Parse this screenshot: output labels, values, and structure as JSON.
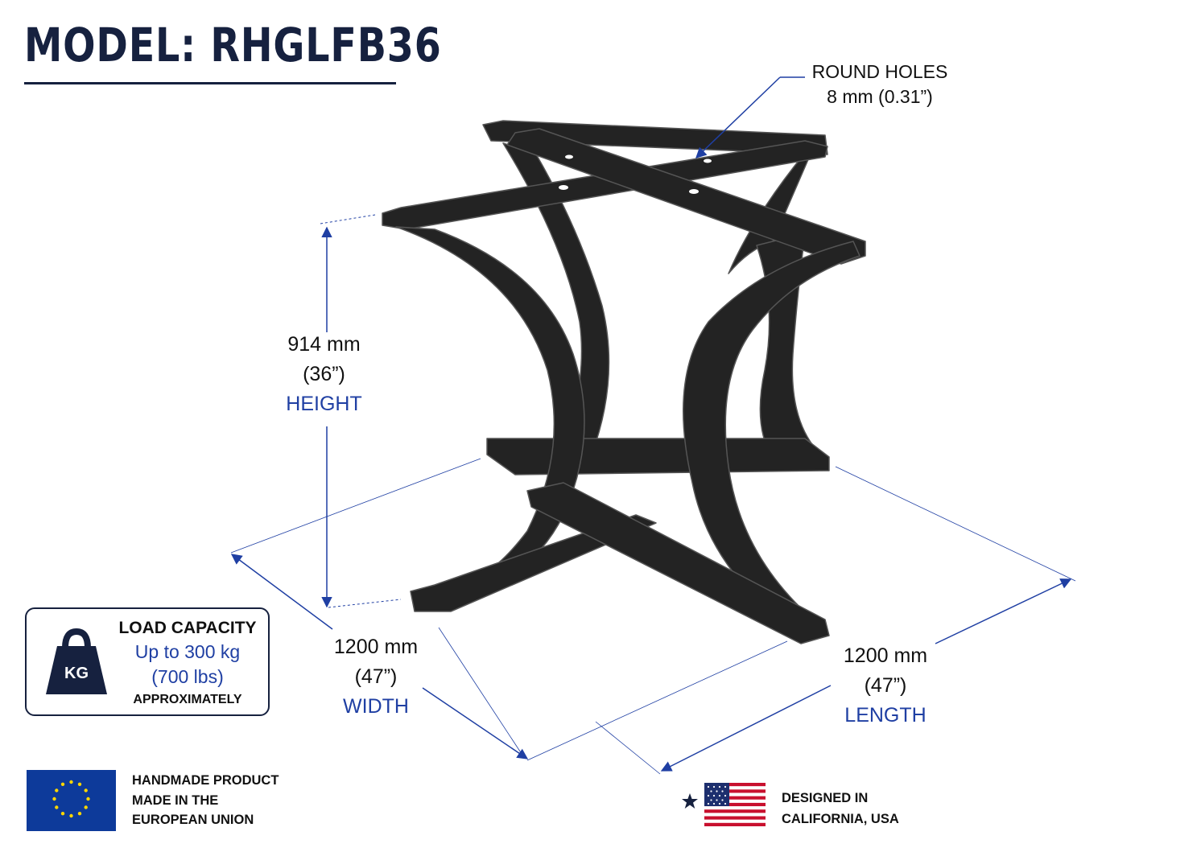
{
  "header": {
    "title": "MODEL: RHGLFB36"
  },
  "callouts": {
    "holes": {
      "line1": "ROUND HOLES",
      "line2": "8 mm (0.31”)"
    },
    "height": {
      "metric": "914 mm",
      "imperial": "(36”)",
      "caption": "HEIGHT"
    },
    "width": {
      "metric": "1200 mm",
      "imperial": "(47”)",
      "caption": "WIDTH"
    },
    "length": {
      "metric": "1200 mm",
      "imperial": "(47”)",
      "caption": "LENGTH"
    }
  },
  "load": {
    "title": "LOAD CAPACITY",
    "line1": "Up to 300 kg",
    "line2": "(700 lbs)",
    "line3": "APPROXIMATELY",
    "icon_text": "KG",
    "icon": "weight-icon"
  },
  "footer": {
    "eu": {
      "line1": "HANDMADE PRODUCT",
      "line2": "MADE IN THE",
      "line3": "EUROPEAN UNION",
      "icon": "eu-flag-icon"
    },
    "us": {
      "line1": "DESIGNED IN",
      "line2": "CALIFORNIA, USA",
      "icon": "us-flag-icon"
    }
  },
  "colors": {
    "navy": "#16213f",
    "blue": "#1f3fa3",
    "eu_blue": "#0d3a9a",
    "eu_gold": "#ffd700",
    "us_red": "#c8102e",
    "us_blue": "#1d2f6e"
  }
}
